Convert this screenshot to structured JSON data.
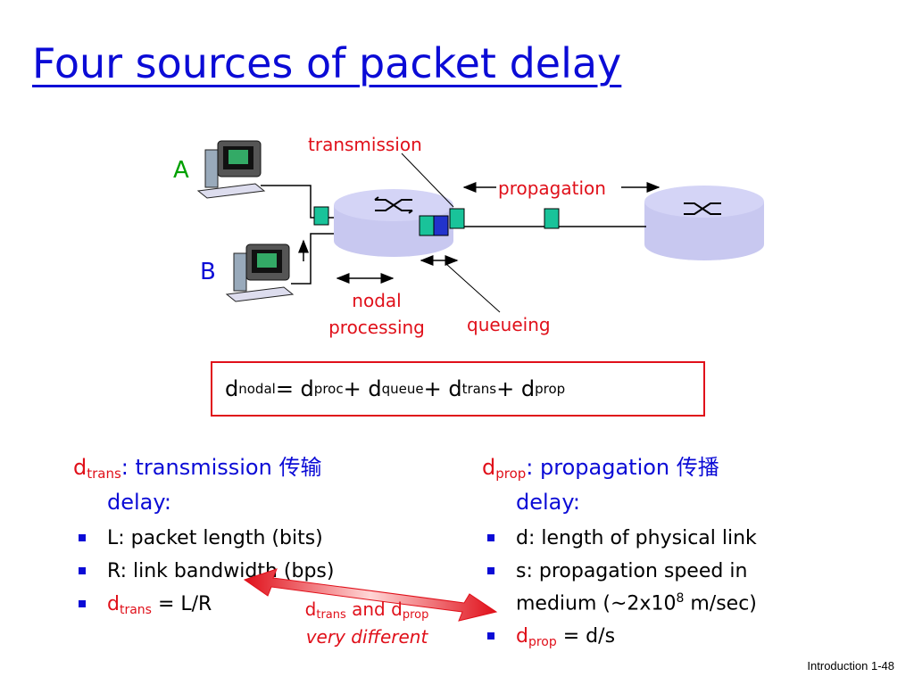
{
  "title": "Four sources of packet delay",
  "diagram": {
    "host_a": "A",
    "host_b": "B",
    "transmission": "transmission",
    "propagation": "propagation",
    "nodal_line1": "nodal",
    "nodal_line2": "processing",
    "queueing": "queueing"
  },
  "formula": {
    "d": "d",
    "nodal": "nodal",
    "eq": " = d",
    "proc": "proc",
    "plus1": " + d",
    "queue": "queue",
    "plus2": " + d",
    "trans": "trans",
    "plus3": " +  d",
    "prop": "prop"
  },
  "left_col": {
    "head_d": "d",
    "head_sub": "trans",
    "head_text": ": transmission 传输",
    "head_cont": "delay:",
    "items": [
      "L: packet length (bits)",
      "R: link bandwidth (bps)"
    ],
    "last_d": "d",
    "last_sub": "trans",
    "last_text": " = L/R"
  },
  "right_col": {
    "head_d": "d",
    "head_sub": "prop",
    "head_text": ": propagation 传播",
    "head_cont": "delay:",
    "items": [
      "d: length of physical link"
    ],
    "speed_text": "s: propagation speed in medium (~2x10",
    "speed_exp": "8",
    "speed_unit": " m/sec)",
    "last_d": "d",
    "last_sub": "prop",
    "last_text": " = d/s"
  },
  "note": {
    "d1": "d",
    "sub1": "trans",
    "and": " and d",
    "sub2": "prop",
    "line2": "very different"
  },
  "footer": "Introduction 1-48",
  "colors": {
    "title": "#0b0bd6",
    "accent_red": "#e0101a",
    "router": "#c8c8f0",
    "packet": "#19c39a",
    "packet_queued": "#2233cc"
  }
}
